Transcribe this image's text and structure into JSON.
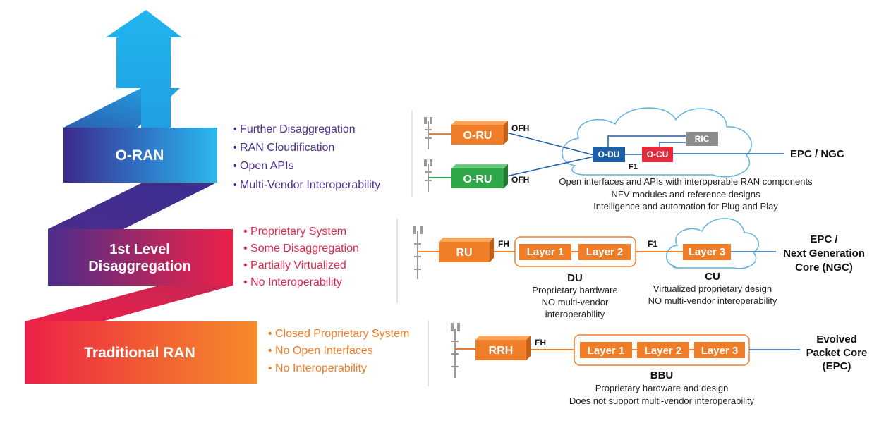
{
  "colors": {
    "oran_text": "#4a2f8f",
    "level1_text": "#e0284e",
    "trad_text": "#f07d28",
    "orange_box": "#f07d28",
    "green_box": "#2fa84a",
    "blue_box": "#1f5fa6",
    "red_box": "#e42b3b",
    "gray_box": "#8b8b8b",
    "cloud_outline": "#5fb2dc",
    "line_blue": "#1f5fa6",
    "line_orange": "#f07d28"
  },
  "stairs": {
    "oran": {
      "label": "O-RAN"
    },
    "level1": {
      "line1": "1st Level",
      "line2": "Disaggregation"
    },
    "traditional": {
      "label": "Traditional RAN"
    }
  },
  "bullets": {
    "oran": [
      "• Further Disaggregation",
      "• RAN Cloudification",
      "• Open APIs",
      "• Multi-Vendor Interoperability"
    ],
    "level1": [
      "• Proprietary System",
      "• Some Disaggregation",
      "• Partially Virtualized",
      "• No Interoperability"
    ],
    "traditional": [
      "• Closed Proprietary System",
      "• No Open Interfaces",
      "• No Interoperability"
    ]
  },
  "oran_diagram": {
    "oru_top": "O-RU",
    "oru_bottom": "O-RU",
    "ofh_top": "OFH",
    "ofh_bottom": "OFH",
    "odu": "O-DU",
    "ocu": "O-CU",
    "ric": "RIC",
    "f1": "F1",
    "core": "EPC / NGC",
    "notes": [
      "Open interfaces and APIs with interoperable RAN components",
      "NFV modules and reference designs",
      "Intelligence and automation for Plug and Play"
    ]
  },
  "level1_diagram": {
    "ru": "RU",
    "fh": "FH",
    "layer1": "Layer 1",
    "layer2": "Layer 2",
    "f1": "F1",
    "layer3": "Layer 3",
    "du_label": "DU",
    "du_notes": [
      "Proprietary hardware",
      "NO multi-vendor",
      "interoperability"
    ],
    "cu_label": "CU",
    "cu_notes": [
      "Virtualized proprietary design",
      "NO multi-vendor interoperability"
    ],
    "core": [
      "EPC /",
      "Next Generation",
      "Core (NGC)"
    ]
  },
  "trad_diagram": {
    "rrh": "RRH",
    "fh": "FH",
    "layer1": "Layer 1",
    "layer2": "Layer 2",
    "layer3": "Layer 3",
    "bbu_label": "BBU",
    "bbu_notes": [
      "Proprietary hardware and design",
      "Does not support multi-vendor interoperability"
    ],
    "core": [
      "Evolved",
      "Packet Core",
      "(EPC)"
    ]
  }
}
